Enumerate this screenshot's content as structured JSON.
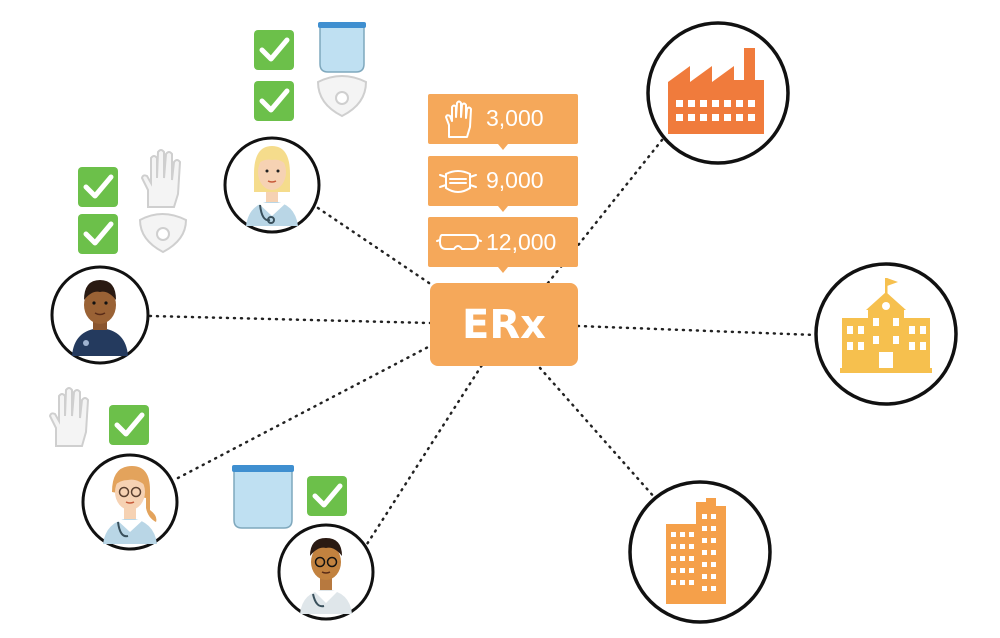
{
  "hub": {
    "label": "ERx",
    "color": "#f5a85a"
  },
  "inventory": [
    {
      "item": "gloves-icon",
      "count": "3,000"
    },
    {
      "item": "mask-icon",
      "count": "9,000"
    },
    {
      "item": "goggles-icon",
      "count": "12,000"
    }
  ],
  "colors": {
    "accent": "#f5a85a",
    "factory": "#f07b3c",
    "school": "#f6c04e",
    "building": "#f5a04a",
    "check": "#6cc04a",
    "connector": "#222222"
  },
  "nodes": [
    {
      "name": "blonde-female-doctor",
      "supplies": [
        "face-shield-icon",
        "respirator-mask-icon"
      ],
      "fulfilled": [
        true,
        true
      ]
    },
    {
      "name": "security-officer",
      "supplies": [
        "gloves-icon",
        "respirator-mask-icon"
      ],
      "fulfilled": [
        true,
        true
      ]
    },
    {
      "name": "redhead-female-nurse",
      "supplies": [
        "gloves-icon"
      ],
      "fulfilled": [
        true
      ]
    },
    {
      "name": "male-doctor-glasses",
      "supplies": [
        "face-shield-icon"
      ],
      "fulfilled": [
        true
      ]
    },
    {
      "name": "factory",
      "icon": "factory-icon"
    },
    {
      "name": "school",
      "icon": "school-icon"
    },
    {
      "name": "office-building",
      "icon": "office-building-icon"
    }
  ]
}
